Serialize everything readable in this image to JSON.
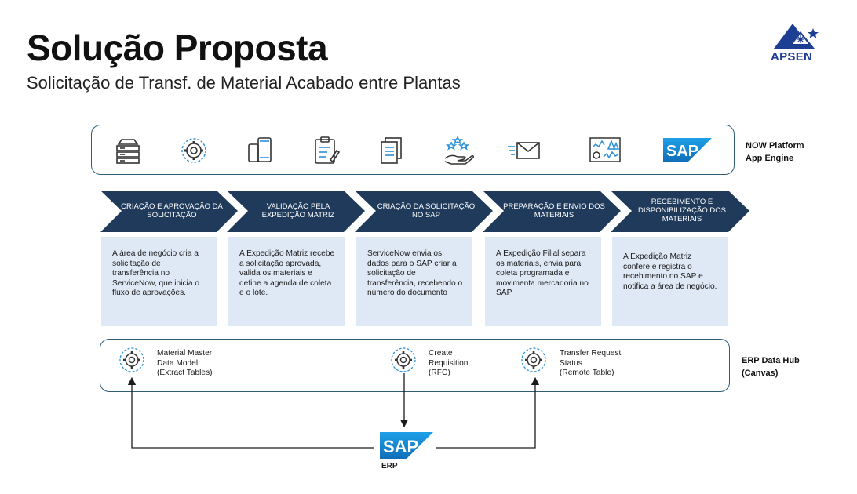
{
  "header": {
    "title": "Solução Proposta",
    "subtitle": "Solicitação de Transf. de Material Acabado entre Plantas",
    "logo_text": "APSEN"
  },
  "platform": {
    "label_line1": "NOW Platform",
    "label_line2": "App Engine",
    "icons": [
      "server-stack-icon",
      "gear-icon",
      "mobile-devices-icon",
      "clipboard-checklist-icon",
      "documents-icon",
      "hand-stars-icon",
      "fast-mail-icon",
      "dashboard-icon",
      "sap-logo-icon"
    ],
    "sap_text": "SAP"
  },
  "steps": [
    {
      "title": "CRIAÇÃO E APROVAÇÃO DA SOLICITAÇÃO",
      "description": "A área de negócio cria a solicitação de transferência no ServiceNow, que inicia o fluxo de aprovações."
    },
    {
      "title": "VALIDAÇÃO PELA EXPEDIÇÃO MATRIZ",
      "description": "A Expedição Matriz recebe a solicitação aprovada, valida os materiais e define a agenda de coleta e o lote."
    },
    {
      "title": "CRIAÇÃO DA SOLICITAÇÃO NO SAP",
      "description": "ServiceNow envia os dados para o SAP criar a solicitação de transferência, recebendo o número do documento"
    },
    {
      "title": "PREPARAÇÃO E ENVIO DOS MATERIAIS",
      "description": "A Expedição Filial separa os materiais, envia para coleta programada e movimenta mercadoria no SAP."
    },
    {
      "title": "RECEBIMENTO E DISPONIBILIZAÇÃO DOS MATERIAIS",
      "description": "A Expedição Matriz confere e registra o recebimento no SAP e notifica a área de negócio."
    }
  ],
  "hub": {
    "label_line1": "ERP Data Hub",
    "label_line2": "(Canvas)",
    "items": [
      {
        "line1": "Material Master",
        "line2": "Data Model",
        "line3": "(Extract Tables)"
      },
      {
        "line1": "Create",
        "line2": "Requisition",
        "line3": "(RFC)"
      },
      {
        "line1": "Transfer Request",
        "line2": "Status",
        "line3": "(Remote Table)"
      }
    ]
  },
  "erp": {
    "sap_text": "SAP",
    "label": "ERP"
  },
  "colors": {
    "navy": "#1f3a5a",
    "panel_border": "#2f5d78",
    "desc_bg": "#dfe8f5",
    "sap_blue": "#1a8ad9",
    "logo_blue": "#1d3f93"
  }
}
